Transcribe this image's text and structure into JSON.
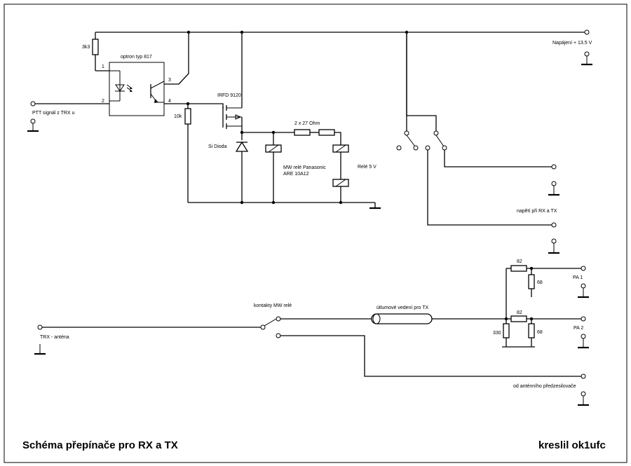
{
  "labels": {
    "r_3k3": "3k3",
    "optocoupler": "optron typ 817",
    "pin1": "1",
    "pin2": "2",
    "pin3": "3",
    "pin4": "4",
    "ptt_input": "PTT signál z TRX u",
    "r_10k": "10k",
    "mosfet": "IRFD 9120",
    "diode": "Si Dioda",
    "resistors_2x27": "2 x 27 Ohm",
    "mw_relay_line1": "MW relé Panasonic",
    "mw_relay_line2": "ARE 10A12",
    "relay_5v": "Relé 5 V",
    "supply": "Napájení + 13.5 V",
    "rx_tx_voltage": "napětí při RX a TX",
    "mw_relay_contacts": "kontakty MW relé",
    "trx_antenna": "TRX - anténa",
    "attenuation_line": "útlumové vedení pro TX",
    "r_82_top": "82",
    "r_68_top": "68",
    "pa1": "PA 1",
    "r_82_bottom": "82",
    "r_330": "330",
    "r_68_bottom": "68",
    "pa2": "PA 2",
    "preamp": "od anténního předzesilovače"
  },
  "title": "Schéma přepínače pro RX a TX",
  "author": "kreslil ok1ufc"
}
